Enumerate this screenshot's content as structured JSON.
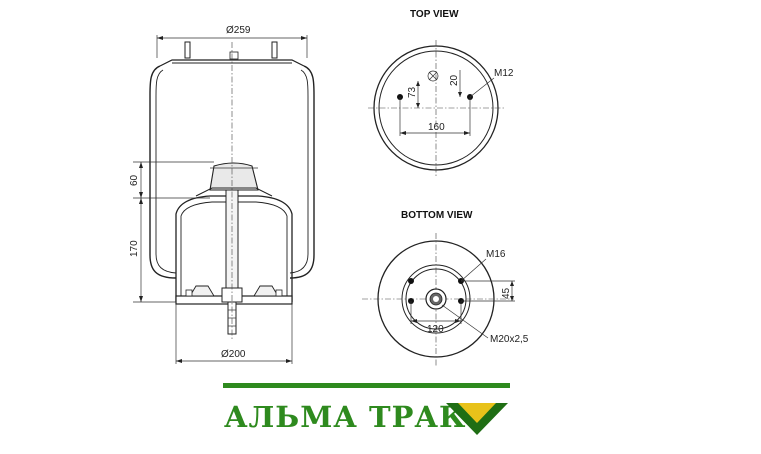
{
  "drawing": {
    "top_view_title": "TOP VIEW",
    "bottom_view_title": "BOTTOM VIEW",
    "side_view": {
      "dim_top_diameter": "Ø259",
      "dim_piston_height": "60",
      "dim_base_height": "170",
      "dim_bottom_diameter": "Ø200"
    },
    "top_view": {
      "dim_offset_73": "73",
      "dim_offset_20": "20",
      "dim_spacing": "160",
      "dim_thread": "M12"
    },
    "bottom_view": {
      "dim_thread_small": "M16",
      "dim_offset": "45",
      "dim_spacing": "120",
      "dim_center_thread": "M20x2,5"
    }
  },
  "brand": {
    "name": "АЛЬМА ТРАК",
    "colors": {
      "green": "#2e8a1e",
      "yellow": "#e8c21a",
      "dark_green": "#1f6e14"
    },
    "logo_icon": "chevron-check-icon"
  }
}
